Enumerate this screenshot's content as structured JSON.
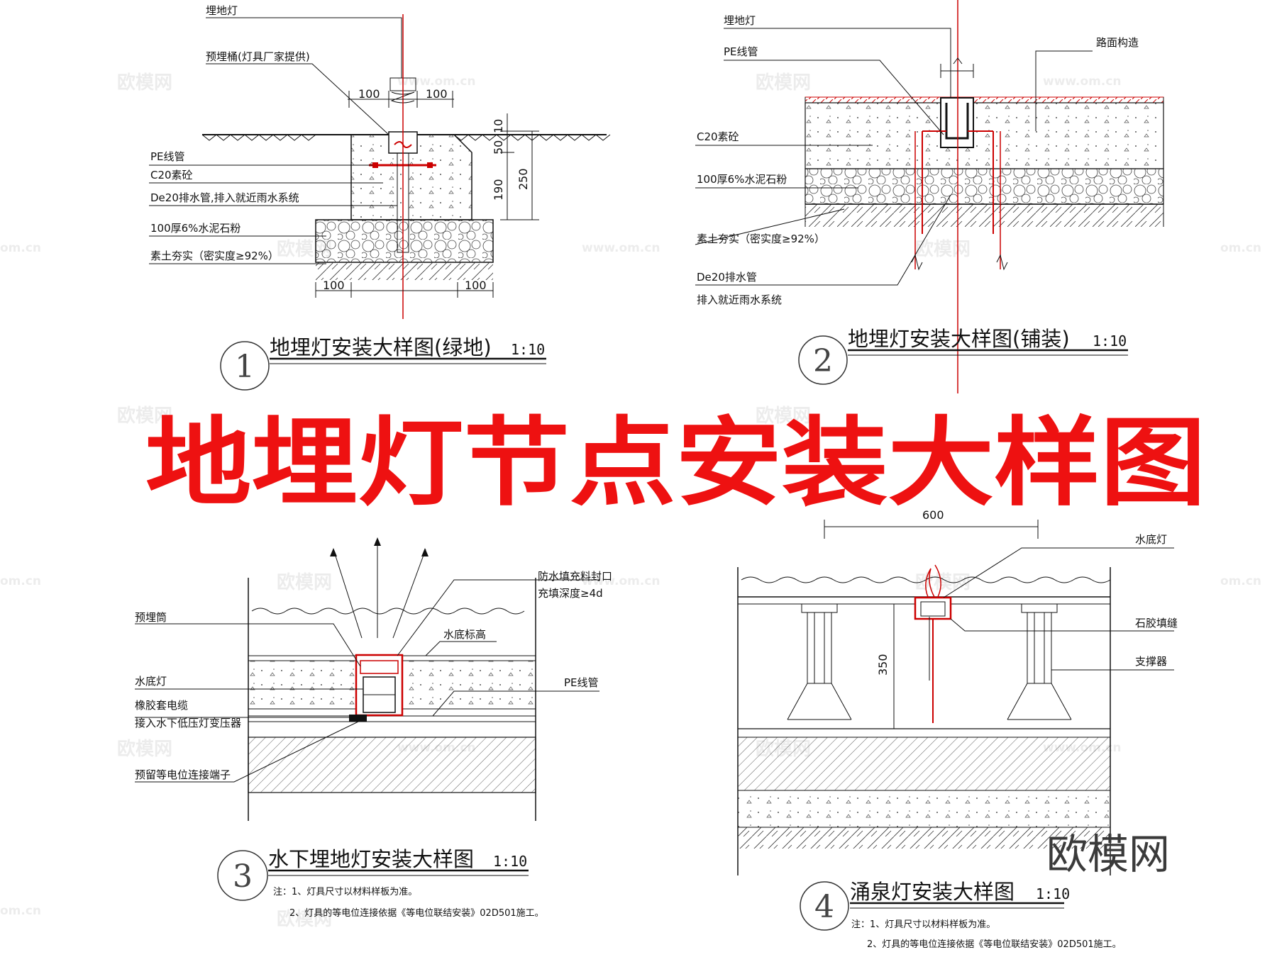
{
  "main_title": "地埋灯节点安装大样图",
  "brand": "欧模网",
  "watermark": {
    "name": "欧模网",
    "url": "www.om.cn",
    "url_short": "om.cn"
  },
  "colors": {
    "red": "#ee1111",
    "line": "#111111",
    "accent_line": "#cc0000"
  },
  "detail1": {
    "number": "1",
    "title": "地埋灯安装大样图(绿地)",
    "scale": "1:10",
    "labels": {
      "lamp": "埋地灯",
      "bucket": "预埋桶(灯具厂家提供)",
      "pe": "PE线管",
      "concrete": "C20素砼",
      "drain": "De20排水管,排入就近雨水系统",
      "stone": "100厚6%水泥石粉",
      "soil": "素土夯实（密实度≥92%）"
    },
    "dims": {
      "w_left": "100",
      "w_right": "100",
      "bot_left": "100",
      "bot_right": "100",
      "d10": "10",
      "d50": "50",
      "d190": "190",
      "d250": "250"
    }
  },
  "detail2": {
    "number": "2",
    "title": "地埋灯安装大样图(铺装)",
    "scale": "1:10",
    "labels": {
      "lamp": "埋地灯",
      "pe": "PE线管",
      "road": "路面构造",
      "concrete": "C20素砼",
      "stone": "100厚6%水泥石粉",
      "soil": "素土夯实（密实度≥92%）",
      "drain": "De20排水管",
      "drain2": "排入就近雨水系统"
    }
  },
  "detail3": {
    "number": "3",
    "title": "水下埋地灯安装大样图",
    "scale": "1:10",
    "labels": {
      "tube": "预埋筒",
      "seal": "防水填充料封口",
      "seal2": "充填深度≥4d",
      "bottom": "水底标高",
      "lamp": "水底灯",
      "pe": "PE线管",
      "cable": "橡胶套电缆",
      "cable2": "接入水下低压灯变压器",
      "terminal": "预留等电位连接端子"
    },
    "notes": [
      "注：1、灯具尺寸以材料样板为准。",
      "2、灯具的等电位连接依据《等电位联结安装》02D501施工。"
    ]
  },
  "detail4": {
    "number": "4",
    "title": "涌泉灯安装大样图",
    "scale": "1:10",
    "labels": {
      "lamp": "水底灯",
      "joint": "石胶填缝",
      "support": "支撑器"
    },
    "dims": {
      "top": "600",
      "height": "350"
    },
    "notes": [
      "注：1、灯具尺寸以材料样板为准。",
      "2、灯具的等电位连接依据《等电位联结安装》02D501施工。"
    ]
  }
}
